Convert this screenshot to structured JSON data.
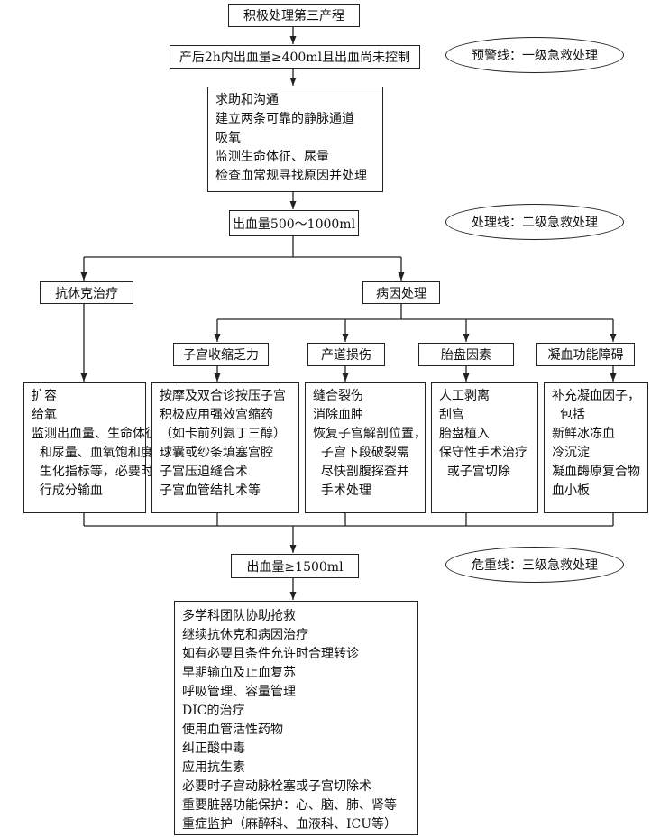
{
  "start": "积极处理第三产程",
  "step1": "产后2h内出血量≥400ml且出血尚未控制",
  "warning_label": "预警线：一级急救处理",
  "initial_actions": [
    "求助和沟通",
    "建立两条可靠的静脉通道",
    "吸氧",
    "监测生命体征、尿量",
    "检查血常规寻找原因并处理"
  ],
  "step2": "出血量500～1000ml",
  "treatment_label": "处理线：二级急救处理",
  "anti_shock": "抗休克治疗",
  "etiology": "病因处理",
  "anti_shock_actions": [
    "扩容",
    "给氧",
    "监测出血量、生命体征",
    "  和尿量、血氧饱和度、",
    "  生化指标等，必要时",
    "  行成分输血"
  ],
  "causes": [
    {
      "title": "子宫收缩乏力",
      "actions": [
        "按摩及双合诊按压子宫",
        "积极应用强效宫缩药",
        "（如卡前列氨丁三醇）",
        "球囊或纱条填塞宫腔",
        "子宫压迫缝合术",
        "子宫血管结扎术等"
      ]
    },
    {
      "title": "产道损伤",
      "actions": [
        "缝合裂伤",
        "消除血肿",
        "恢复子宫解剖位置，",
        "  子宫下段破裂需",
        "  尽快剖腹探查并",
        "  手术处理"
      ]
    },
    {
      "title": "胎盘因素",
      "actions": [
        "人工剥离",
        "刮宫",
        "胎盘植入",
        "保守性手术治疗",
        "  或子宫切除"
      ]
    },
    {
      "title": "凝血功能障碍",
      "actions": [
        "补充凝血因子，",
        "  包括",
        "新鲜冰冻血",
        "冷沉淀",
        "凝血酶原复合物",
        "血小板"
      ]
    }
  ],
  "step3": "出血量≥1500ml",
  "critical_label": "危重线：三级急救处理",
  "final_actions": [
    "多学科团队协助抢救",
    "继续抗休克和病因治疗",
    "如有必要且条件允许时合理转诊",
    "早期输血及止血复苏",
    "呼吸管理、容量管理",
    "DIC的治疗",
    "使用血管活性药物",
    "纠正酸中毒",
    "应用抗生素",
    "必要时子宫动脉栓塞或子宫切除术",
    "重要脏器功能保护：心、脑、肺、肾等",
    "重症监护（麻醉科、血液科、ICU等）"
  ]
}
